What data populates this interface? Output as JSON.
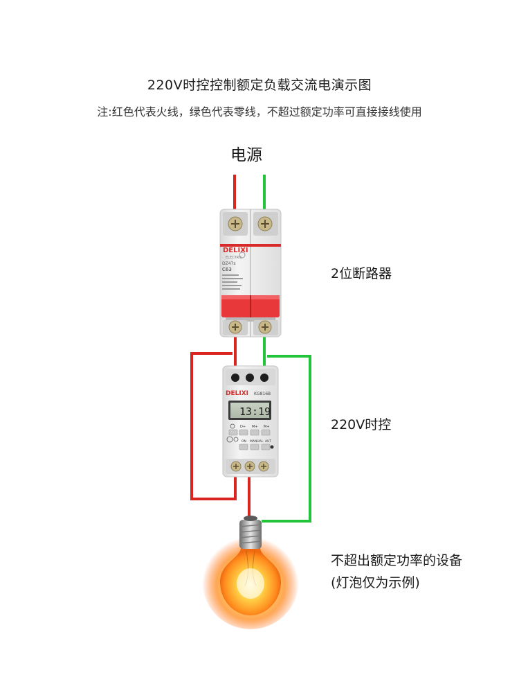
{
  "title": "220V时控控制额定负载交流电演示图",
  "note": "注:红色代表火线，绿色代表零线，不超过额定功率可直接接线使用",
  "labels": {
    "source": "电源",
    "breaker": "2位断路器",
    "timer": "220V时控",
    "device_line1": "不超出额定功率的设备",
    "device_line2": "(灯泡仅为示例)"
  },
  "breaker": {
    "brand": "DELIXI",
    "small_text": "ELECTRIC",
    "model": "DZ47s",
    "rating": "C63"
  },
  "timer": {
    "brand": "DELIXI",
    "model": "KG816B",
    "display": "13:19",
    "buttons": [
      "D+",
      "M+",
      "M+"
    ],
    "lower_labels": [
      "ON",
      "MANUAL",
      "AUT"
    ]
  },
  "colors": {
    "live": "#d9241f",
    "neutral": "#22c43a",
    "breaker_handle": "#e8383a",
    "brand_red": "#d82a2a"
  },
  "icons": [
    "terminal-screw-icon",
    "light-bulb-icon",
    "lcd-display-icon"
  ]
}
